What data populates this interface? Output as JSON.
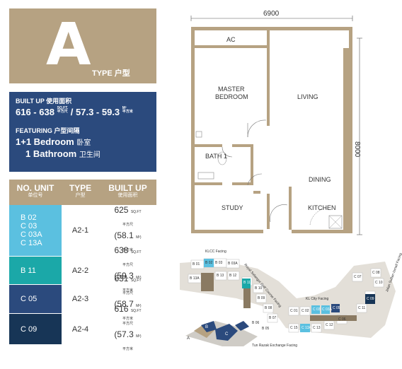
{
  "type_header": {
    "letter": "A",
    "label": "TYPE 户型"
  },
  "built_up": {
    "title": "BUILT UP 使用面积",
    "sqft_range": "616 - 638",
    "sqft_unit_top": "SQ.FT.",
    "sqft_unit_bottom": "平方尺",
    "separator": "/",
    "m2_range": "57.3 - 59.3",
    "m2_unit_top": "M²",
    "m2_unit_bottom": "平方米"
  },
  "featuring": {
    "title": "FEATURING 户型间隔",
    "line1_bold": "1+1 Bedroom",
    "line1_cn": "卧室",
    "line2_bold": "1 Bathroom",
    "line2_cn": "卫生间"
  },
  "table": {
    "headers": [
      {
        "en": "NO. UNIT",
        "cn": "单位号"
      },
      {
        "en": "TYPE",
        "cn": "户型"
      },
      {
        "en": "BUILT UP",
        "cn": "使用面积"
      }
    ],
    "rows": [
      {
        "units": [
          "B 02",
          "C 03",
          "C 03A",
          "C 13A"
        ],
        "type": "A2-1",
        "sqft": "625",
        "m2": "(58.1"
      },
      {
        "units": [
          "B 11"
        ],
        "type": "A2-2",
        "sqft": "638",
        "m2": "(59.3"
      },
      {
        "units": [
          "C 05"
        ],
        "type": "A2-3",
        "sqft": "631",
        "m2": "(58.7"
      },
      {
        "units": [
          "C 09"
        ],
        "type": "A2-4",
        "sqft": "616",
        "m2": "(57.3"
      }
    ],
    "sqft_unit_top": "SQ.FT",
    "sqft_unit_bottom": "平方尺",
    "m2_unit_top": "M²)",
    "m2_unit_bottom": "平方米"
  },
  "floorplan": {
    "width_dim": "6900",
    "depth_dim": "8000",
    "rooms": {
      "ac": "AC",
      "master_1": "MASTER",
      "master_2": "BEDROOM",
      "living": "LIVING",
      "bath": "BATH 1",
      "dining": "DINING",
      "study": "STUDY",
      "kitchen": "KITCHEN"
    }
  },
  "keyplan": {
    "facing_klcc": "KLCC Facing",
    "facing_jalan_sultan": "Jalan Sultan Ismail Facing",
    "facing_kl_city": "KL City Facing",
    "facing_tun_razak": "Tun Razak Exchange Facing",
    "facing_royal_selangor": "Royal Selangor Golf Course Facing",
    "block_a": "A",
    "block_b": "B",
    "block_c": "C",
    "units_b": [
      "B 01",
      "B 02",
      "B 03",
      "B 03A",
      "B 13A",
      "B 13",
      "B 12",
      "B 11",
      "B 10",
      "B 09",
      "B 08",
      "B 07",
      "B 06",
      "B 05"
    ],
    "units_c": [
      "C 01",
      "C 02",
      "C 03",
      "C 03A",
      "C 05",
      "C 06",
      "C 07",
      "C 08",
      "C 09",
      "C 10",
      "C 11",
      "C 12",
      "C 13",
      "C 13A",
      "C 15"
    ],
    "colors": {
      "light_blue": "#5bc0e0",
      "teal": "#1ba8a8",
      "navy": "#2b4a7d",
      "dark_navy": "#173556",
      "gold": "#b6a282"
    }
  }
}
